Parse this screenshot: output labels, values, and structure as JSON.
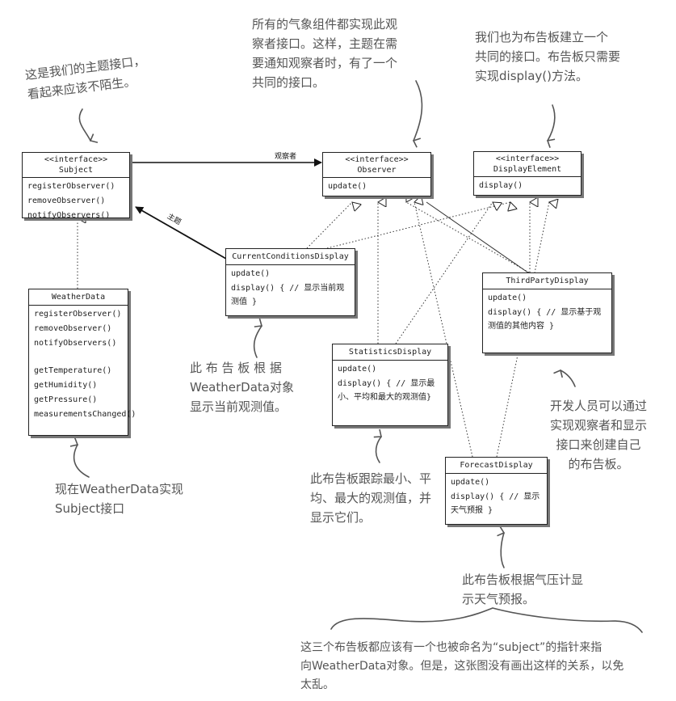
{
  "subject": {
    "stereotype": "<<interface>>",
    "name": "Subject",
    "methods": [
      "registerObserver()",
      "removeObserver()",
      "notifyObservers()"
    ]
  },
  "observer": {
    "stereotype": "<<interface>>",
    "name": "Observer",
    "methods": [
      "update()"
    ]
  },
  "display_element": {
    "stereotype": "<<interface>>",
    "name": "DisplayElement",
    "methods": [
      "display()"
    ]
  },
  "weather_data": {
    "name": "WeatherData",
    "methods_a": [
      "registerObserver()",
      "removeObserver()",
      "notifyObservers()"
    ],
    "methods_b": [
      "getTemperature()",
      "getHumidity()",
      "getPressure()",
      "measurementsChanged()"
    ]
  },
  "current_conditions": {
    "name": "CurrentConditionsDisplay",
    "methods": [
      "update()",
      "display() { // 显示当前观测值 }"
    ]
  },
  "statistics": {
    "name": "StatisticsDisplay",
    "methods": [
      "update()",
      "display() { // 显示最小、平均和最大的观测值}"
    ]
  },
  "third_party": {
    "name": "ThirdPartyDisplay",
    "methods": [
      "update()",
      "display() { // 显示基于观测值的其他内容 }"
    ]
  },
  "forecast": {
    "name": "ForecastDisplay",
    "methods": [
      "update()",
      "display() { // 显示天气预报 }"
    ]
  },
  "labels": {
    "observers": "观察者",
    "subject": "主题"
  },
  "notes": {
    "subject_note": [
      "这是我们的主题接口，",
      "看起来应该不陌生。"
    ],
    "observer_note": [
      "所有的气象组件都实现此观",
      "察者接口。这样，主题在需",
      "要通知观察者时，有了一个",
      "共同的接口。"
    ],
    "display_note": [
      "我们也为布告板建立一个",
      "共同的接口。布告板只需要",
      "实现display()方法。"
    ],
    "current_note": [
      "此 布 告 板 根 据",
      "WeatherData对象",
      "显示当前观测值。"
    ],
    "weather_note": [
      "现在WeatherData实现",
      "Subject接口"
    ],
    "statistics_note": [
      "此布告板跟踪最小、平",
      "均、最大的观测值，并",
      "显示它们。"
    ],
    "thirdparty_note": [
      "开发人员可以通过",
      "实现观察者和显示",
      "接口来创建自己",
      "的布告板。"
    ],
    "forecast_note": [
      "此布告板根据气压计显",
      "示天气预报。"
    ],
    "bottom_note": [
      "这三个布告板都应该有一个也被命名为“subject”的指针来指",
      "向WeatherData对象。但是，这张图没有画出这样的关系，以免",
      "太乱。"
    ]
  }
}
